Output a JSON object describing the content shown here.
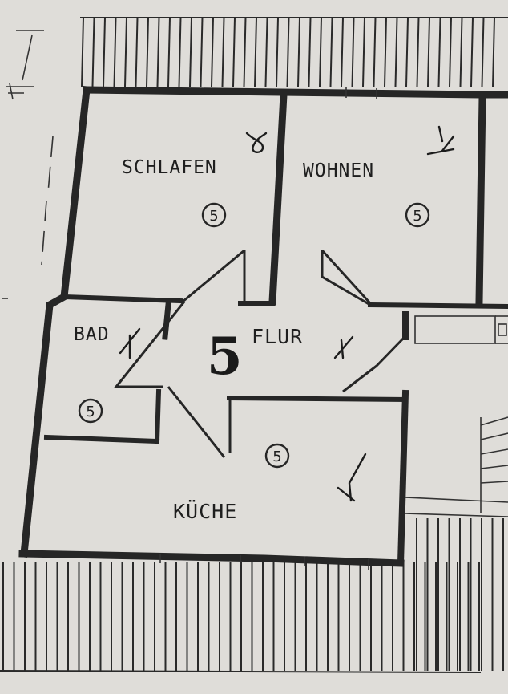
{
  "plan": {
    "unit_number": "5",
    "rooms": [
      {
        "key": "schlafen",
        "label": "SCHLAFEN",
        "marker": "5"
      },
      {
        "key": "wohnen",
        "label": "WOHNEN",
        "marker": "5"
      },
      {
        "key": "bad",
        "label": "BAD",
        "marker": "5"
      },
      {
        "key": "flur",
        "label": "FLUR"
      },
      {
        "key": "kueche",
        "label": "KÜCHE",
        "marker": "5"
      }
    ]
  },
  "colors": {
    "paper": "#e9e6e2",
    "ink": "#1e1e1e",
    "wall": "#262626"
  }
}
